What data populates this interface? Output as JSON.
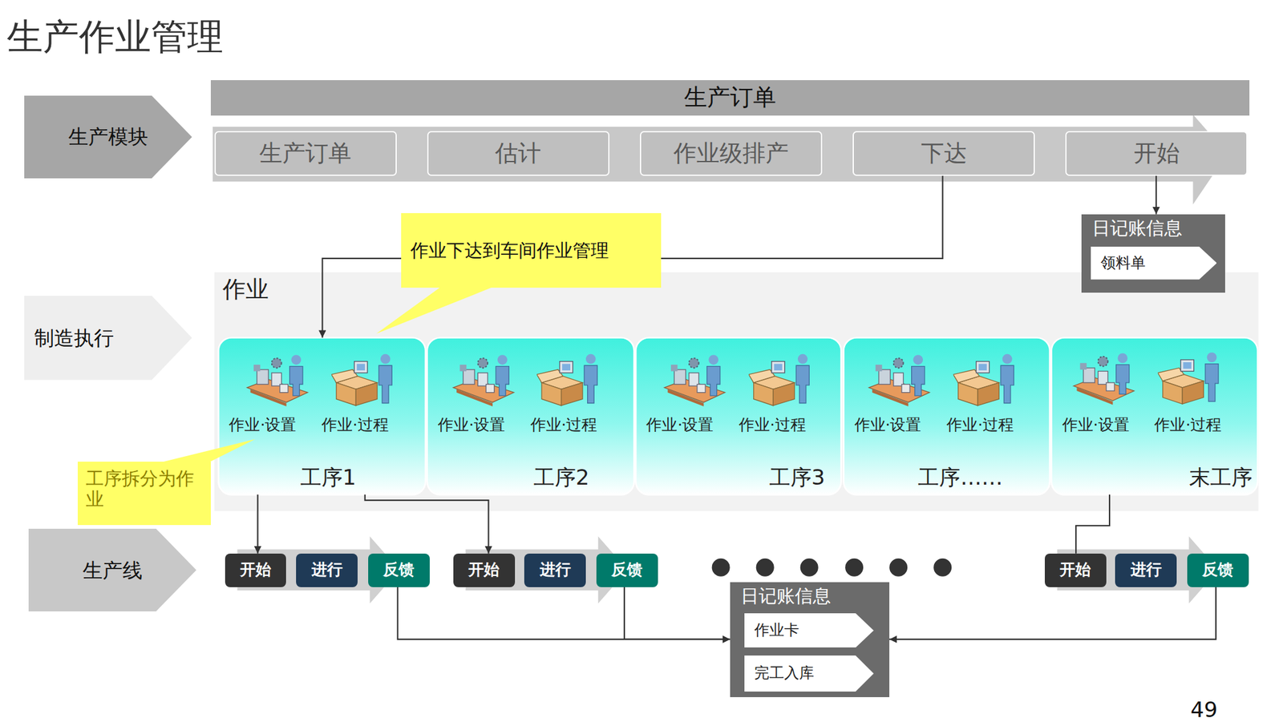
{
  "diagram": {
    "title": "生产作业管理",
    "nodes": [
      {
        "text": [
          "生产模块"
        ]
      },
      {
        "text": [
          "生产订单"
        ]
      },
      {
        "text": [
          "生产订单"
        ]
      },
      {
        "text": [
          "估计"
        ]
      },
      {
        "text": [
          "作业级排产"
        ]
      },
      {
        "text": [
          "下达"
        ]
      },
      {
        "text": [
          "开始"
        ]
      },
      {
        "text": [
          "日记账信息"
        ]
      },
      {
        "text": [
          "领料单"
        ],
        "in": 7
      },
      {
        "text": [
          "作业下达到车间作业管理"
        ]
      },
      {
        "text": [
          "制造执行"
        ]
      },
      {
        "text": [
          "作业"
        ]
      },
      {
        "text": [
          "作业·设置",
          "作业·过程",
          "工序1"
        ],
        "in": 11
      },
      {
        "text": [
          "作业·设置",
          "作业·过程",
          "工序2"
        ],
        "in": 11
      },
      {
        "text": [
          "作业·设置",
          "作业·过程",
          "工序3"
        ],
        "in": 11
      },
      {
        "text": [
          "作业·设置",
          "作业·过程",
          "工序……"
        ],
        "in": 11
      },
      {
        "text": [
          "作业·设置",
          "作业·过程",
          "末工序"
        ],
        "in": 11
      },
      {
        "text": [
          "工序拆分为作业"
        ]
      },
      {
        "text": [
          "生产线"
        ]
      },
      {
        "text": [
          "开始"
        ]
      },
      {
        "text": [
          "进行"
        ]
      },
      {
        "text": [
          "反馈"
        ]
      },
      {
        "text": [
          "开始"
        ]
      },
      {
        "text": [
          "进行"
        ]
      },
      {
        "text": [
          "反馈"
        ]
      },
      {
        "text": [
          "开始"
        ]
      },
      {
        "text": [
          "进行"
        ]
      },
      {
        "text": [
          "反馈"
        ]
      },
      {
        "text": [
          "日记账信息"
        ]
      },
      {
        "text": [
          "作业卡"
        ],
        "in": 28
      },
      {
        "text": [
          "完工入库"
        ],
        "in": 28
      }
    ],
    "edges": [
      {
        "from": 5,
        "to": 12,
        "arrow": "to"
      },
      {
        "from": 6,
        "to": 7,
        "arrow": "to"
      },
      {
        "from": 12,
        "to": 19,
        "arrow": "to"
      },
      {
        "from": 12,
        "to": 22,
        "arrow": "to"
      },
      {
        "from": 16,
        "to": 25,
        "arrow": "none"
      },
      {
        "from": 21,
        "to": 28,
        "arrow": "to"
      },
      {
        "from": 24,
        "to": 28,
        "arrow": "to"
      },
      {
        "from": 27,
        "to": 28,
        "arrow": "to"
      }
    ],
    "labels": [
      "49"
    ]
  }
}
